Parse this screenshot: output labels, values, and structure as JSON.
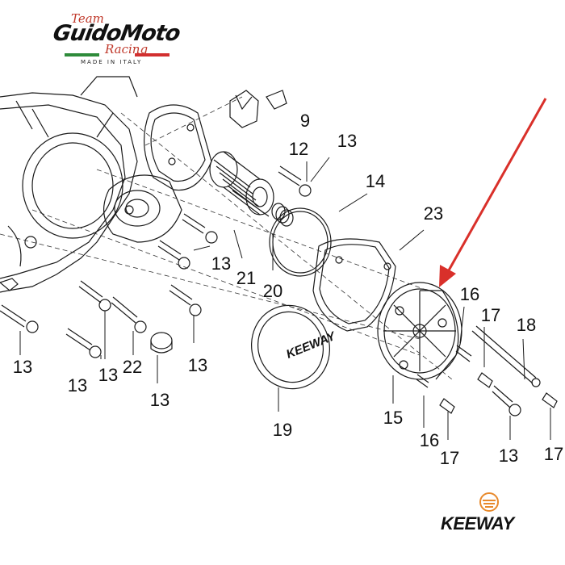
{
  "brand_top": {
    "team": "Team",
    "name": "GuidoMoto",
    "racing": "Racing",
    "tagline": "MADE IN ITALY",
    "flag_colors": [
      "#2e8b3a",
      "#ffffff",
      "#d22f2f"
    ]
  },
  "brand_bottom": {
    "name": "KEEWAY",
    "mark_color": "#e8892b"
  },
  "cover_text": "KEEWAY",
  "arrow_color": "#d9302a",
  "part_labels": [
    "9",
    "12",
    "13",
    "14",
    "23",
    "13",
    "21",
    "20",
    "16",
    "17",
    "18",
    "13",
    "13",
    "13",
    "13",
    "22",
    "13",
    "19",
    "15",
    "16",
    "17",
    "13",
    "17"
  ]
}
